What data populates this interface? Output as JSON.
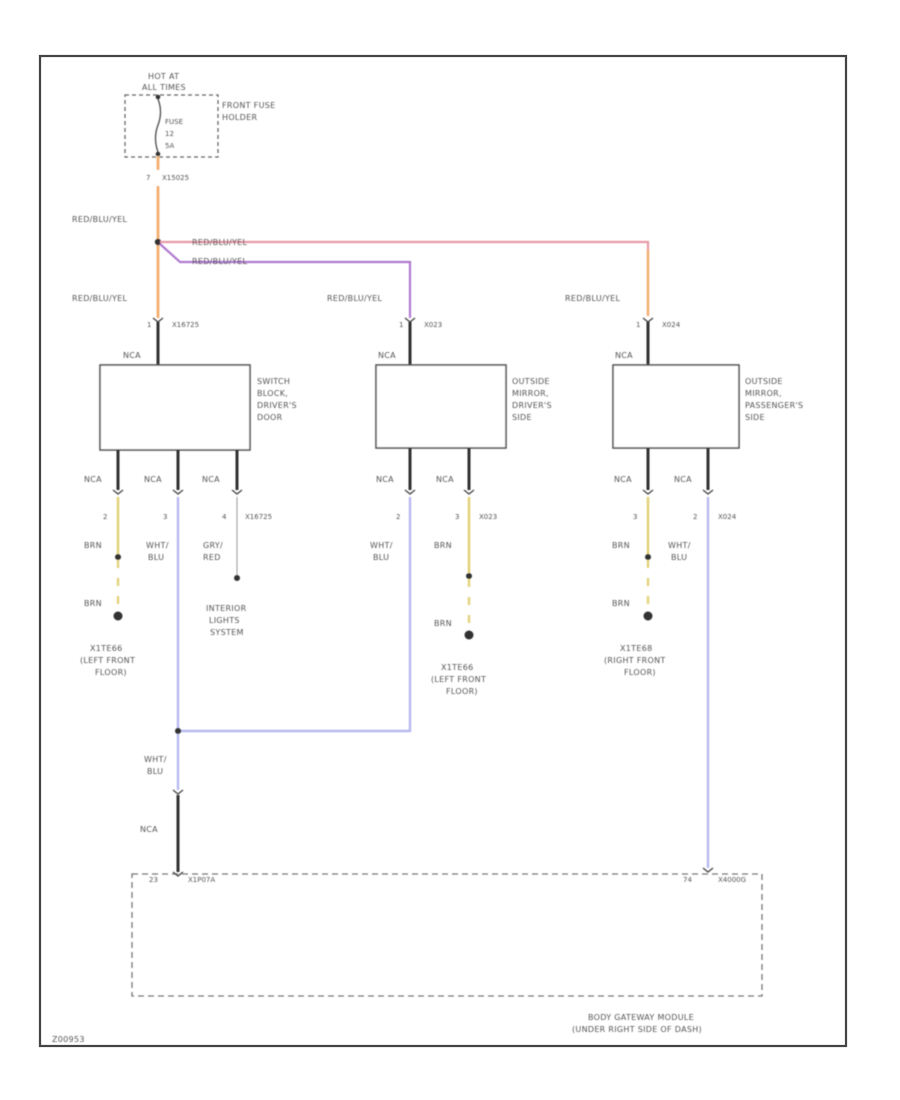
{
  "fuse": {
    "hot_line1": "HOT AT",
    "hot_line2": "ALL TIMES",
    "fuse_line1": "FUSE",
    "fuse_line2": "12",
    "fuse_line3": "5A",
    "holder_line1": "FRONT FUSE",
    "holder_line2": "HOLDER",
    "out_pin": "7",
    "out_conn": "X15025"
  },
  "wires": {
    "main_color": "RED/BLU/YEL",
    "left_color": "RED/BLU/YEL",
    "mid_color": "RED/BLU/YEL",
    "right_color": "RED/BLU/YEL",
    "branch1_color": "RED/BLU/YEL",
    "branch2_color": "RED/BLU/YEL"
  },
  "components": {
    "left": {
      "name_lines": [
        "SWITCH",
        "BLOCK,",
        "DRIVER'S",
        "DOOR"
      ],
      "in_pin": "1",
      "in_conn": "X16725",
      "nca_top": "NCA",
      "pins": [
        {
          "nca": "NCA",
          "pin": "2",
          "wire": "BRN",
          "wire2": "BRN",
          "ground": [
            "X1TE66",
            "(LEFT FRONT",
            "FLOOR)"
          ]
        },
        {
          "nca": "NCA",
          "pin": "3",
          "wire": "WHT/",
          "wire_b": "BLU"
        },
        {
          "nca": "NCA",
          "pin": "4",
          "conn": "X16725",
          "wire": "GRY/",
          "wire_b": "RED",
          "dest": [
            "INTERIOR",
            "LIGHTS",
            "SYSTEM"
          ]
        }
      ]
    },
    "middle": {
      "name_lines": [
        "OUTSIDE",
        "MIRROR,",
        "DRIVER'S",
        "SIDE"
      ],
      "in_pin": "1",
      "in_conn": "X023",
      "nca_top": "NCA",
      "pins": [
        {
          "nca": "NCA",
          "pin": "2",
          "wire": "WHT/",
          "wire_b": "BLU"
        },
        {
          "nca": "NCA",
          "pin": "3",
          "conn": "X023",
          "wire": "BRN",
          "wire2": "BRN",
          "ground": [
            "X1TE66",
            "(LEFT FRONT",
            "FLOOR)"
          ]
        }
      ]
    },
    "right": {
      "name_lines": [
        "OUTSIDE",
        "MIRROR,",
        "PASSENGER'S",
        "SIDE"
      ],
      "in_pin": "1",
      "in_conn": "X024",
      "nca_top": "NCA",
      "pins": [
        {
          "nca": "NCA",
          "pin": "3",
          "wire": "BRN",
          "wire2": "BRN",
          "ground": [
            "X1TE68",
            "(RIGHT FRONT",
            "FLOOR)"
          ]
        },
        {
          "nca": "NCA",
          "pin": "2",
          "conn": "X024",
          "wire": "WHT/",
          "wire_b": "BLU"
        }
      ]
    }
  },
  "bottom": {
    "wire": "WHT/",
    "wire_b": "BLU",
    "nca": "NCA",
    "left_pin": "23",
    "left_conn": "X1P07A",
    "right_pin": "74",
    "right_conn": "X4000G",
    "module_line1": "BODY GATEWAY MODULE",
    "module_line2": "(UNDER RIGHT SIDE OF DASH)"
  },
  "diagram_id": "Z00953",
  "colors": {
    "frame": "#333333",
    "orange": "#f3ae6e",
    "red": "#e59aa7",
    "purple": "#b07ad0",
    "blue": "#b7b9ef",
    "yellow": "#e2d27a",
    "black": "#333333"
  }
}
